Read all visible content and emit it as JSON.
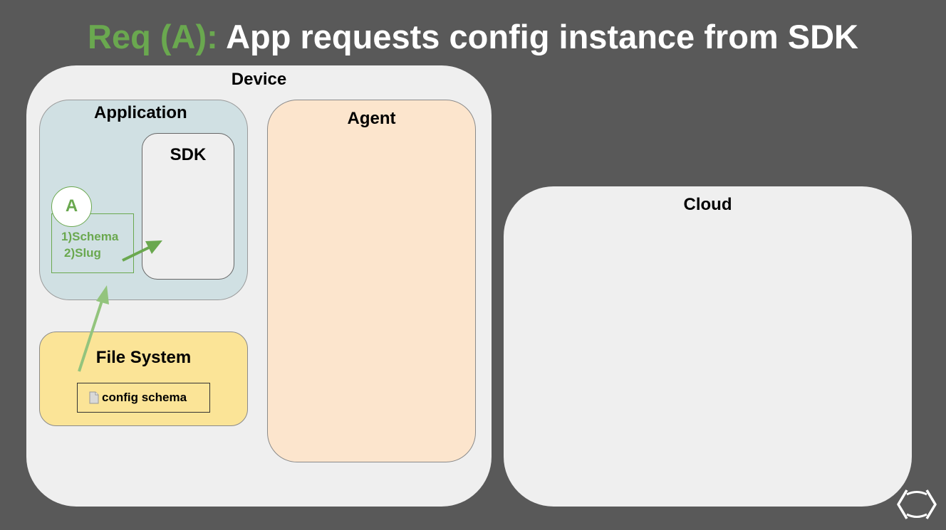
{
  "title": {
    "prefix": "Req (A):",
    "text": "App requests config instance from SDK"
  },
  "device": {
    "label": "Device"
  },
  "application": {
    "label": "Application"
  },
  "sdk": {
    "label": "SDK"
  },
  "agent": {
    "label": "Agent"
  },
  "file_system": {
    "label": "File System",
    "file": {
      "icon": "document-icon",
      "name": "config schema"
    }
  },
  "cloud": {
    "label": "Cloud"
  },
  "request": {
    "marker": "A",
    "items": [
      "1)Schema",
      "2)Slug"
    ]
  },
  "colors": {
    "background": "#595959",
    "accent_green": "#6aa84f",
    "light_green": "#93c47d",
    "device_fill": "#efefef",
    "application_fill": "#d0e0e3",
    "agent_fill": "#fce5cd",
    "file_system_fill": "#fbe497",
    "cloud_fill": "#efefef"
  }
}
